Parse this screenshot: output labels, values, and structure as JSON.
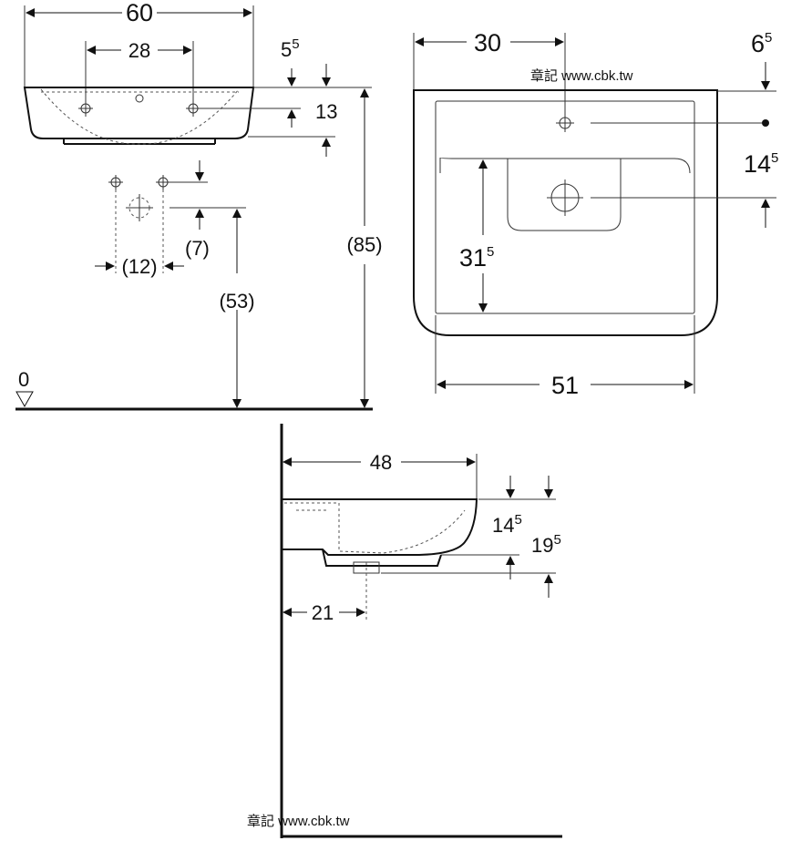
{
  "front_view": {
    "overall_width": "60",
    "tap_hole_spacing": "28",
    "top_offset": "5",
    "top_offset_sup": "5",
    "tap_hole_depth": "13",
    "supply_spacing": "(12)",
    "supply_offset": "(7)",
    "supply_height": "(53)",
    "rim_height": "(85)",
    "floor_level": "0"
  },
  "plan_view": {
    "tap_hole_offset": "30",
    "rim_offset": "6",
    "rim_offset_sup": "5",
    "drain_offset": "14",
    "drain_offset_sup": "5",
    "bowl_depth": "31",
    "bowl_depth_sup": "5",
    "inner_width": "51"
  },
  "side_view": {
    "projection": "48",
    "bowl_height": "14",
    "bowl_height_sup": "5",
    "total_height": "19",
    "total_height_sup": "5",
    "drain_to_wall": "21"
  },
  "watermark": "章記 www.cbk.tw"
}
